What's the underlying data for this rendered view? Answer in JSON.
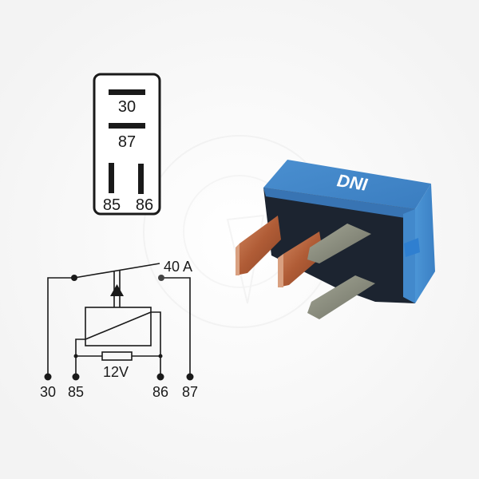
{
  "pin_layout": {
    "top_pin": "30",
    "middle_pin": "87",
    "bottom_left_pin": "85",
    "bottom_right_pin": "86"
  },
  "schematic": {
    "rating": "40 A",
    "coil_voltage": "12V",
    "terminals": [
      "30",
      "85",
      "86",
      "87"
    ]
  },
  "product": {
    "brand": "DNI",
    "body_color": "#3f86c8",
    "blade_copper": "#b8643c",
    "blade_silver": "#8a8c7c"
  }
}
